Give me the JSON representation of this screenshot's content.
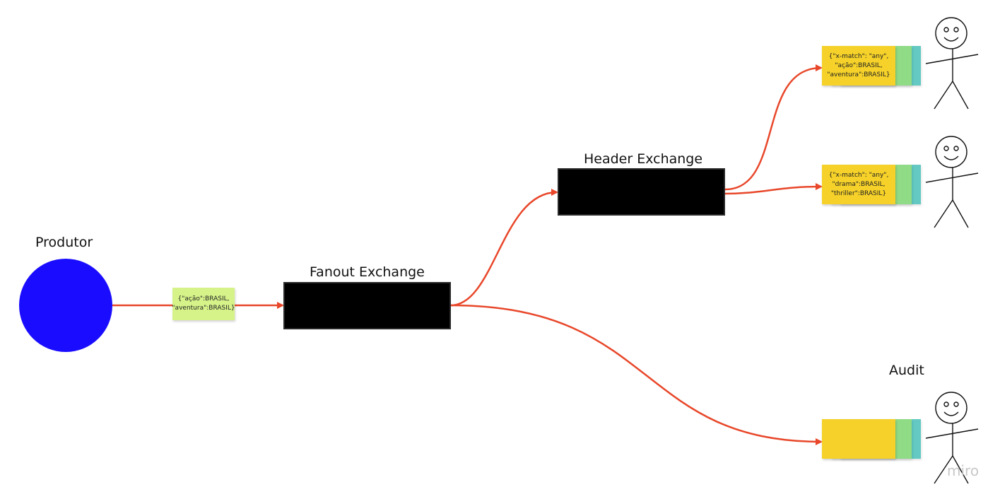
{
  "producer": {
    "label": "Produtor",
    "color": "#1a0dff"
  },
  "fanout": {
    "label": "Fanout Exchange"
  },
  "header_exchange": {
    "label": "Header Exchange"
  },
  "audit": {
    "label": "Audit"
  },
  "message_note": {
    "text": "{\"ação\":BRASIL,\n\"aventura\":BRASIL}"
  },
  "queue_top": {
    "text": "{\"x-match\": \"any\",\n\"ação\":BRASIL,\n\"aventura\":BRASIL}"
  },
  "queue_middle": {
    "text": "{\"x-match\": \"any\",\n\"drama\":BRASIL,\n\"thriller\":BRASIL}"
  },
  "queue_audit": {
    "text": ""
  },
  "watermark": {
    "text": "miro"
  },
  "colors": {
    "arrow": "#e8472a",
    "exchange": "#000000",
    "note_green": "#d6f38a",
    "note_yellow": "#f5d129"
  },
  "icons": [
    "stick-figure-icon",
    "arrow-icon"
  ]
}
